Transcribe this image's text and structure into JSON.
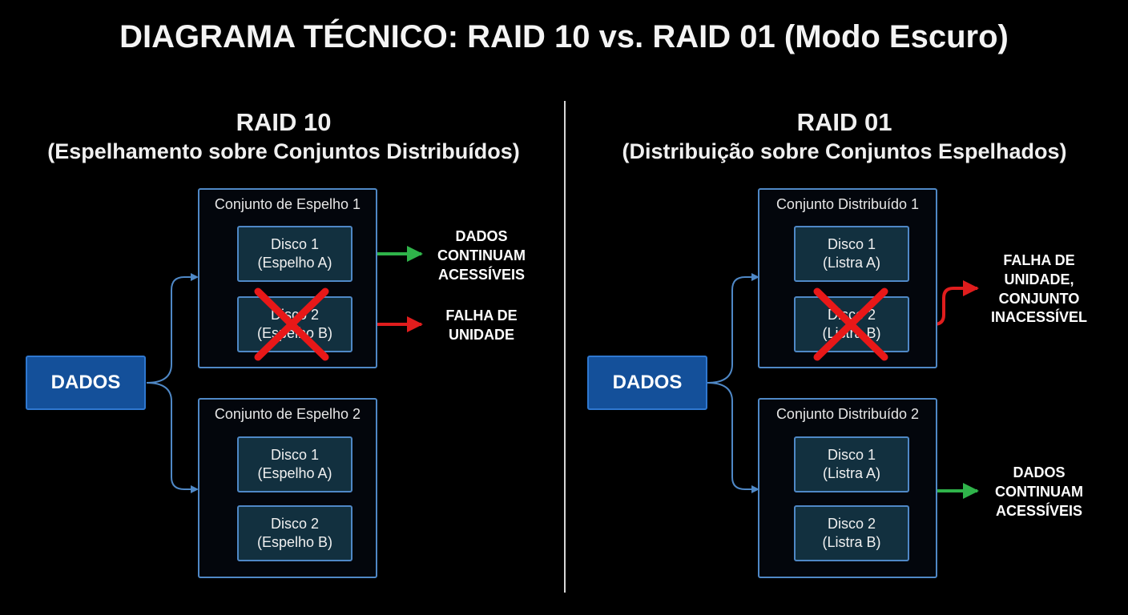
{
  "title": "DIAGRAMA TÉCNICO: RAID 10 vs. RAID 01 (Modo Escuro)",
  "colors": {
    "background": "#000000",
    "data_block": "#14509a",
    "box_border": "#4f88c6",
    "disk_fill": "#12303f",
    "ok_arrow": "#2fb34a",
    "fail_arrow": "#e01d1d",
    "fail_cross": "#e81818"
  },
  "raid10": {
    "title": "RAID 10",
    "subtitle": "(Espelhamento sobre Conjuntos Distribuídos)",
    "data_label": "DADOS",
    "sets": [
      {
        "label": "Conjunto de Espelho 1",
        "disks": [
          {
            "name": "Disco 1",
            "role": "(Espelho A)",
            "state": "ok"
          },
          {
            "name": "Disco 2",
            "role": "(Espelho B)",
            "state": "failed"
          }
        ]
      },
      {
        "label": "Conjunto de Espelho 2",
        "disks": [
          {
            "name": "Disco 1",
            "role": "(Espelho A)",
            "state": "ok"
          },
          {
            "name": "Disco 2",
            "role": "(Espelho B)",
            "state": "ok"
          }
        ]
      }
    ],
    "status_ok": [
      "DADOS",
      "CONTINUAM",
      "ACESSÍVEIS"
    ],
    "status_fail": [
      "FALHA DE",
      "UNIDADE"
    ]
  },
  "raid01": {
    "title": "RAID 01",
    "subtitle": "(Distribuição sobre Conjuntos Espelhados)",
    "data_label": "DADOS",
    "sets": [
      {
        "label": "Conjunto Distribuído 1",
        "disks": [
          {
            "name": "Disco 1",
            "role": "(Listra A)",
            "state": "ok"
          },
          {
            "name": "Disco 2",
            "role": "(Listra B)",
            "state": "failed"
          }
        ]
      },
      {
        "label": "Conjunto Distribuído 2",
        "disks": [
          {
            "name": "Disco 1",
            "role": "(Listra A)",
            "state": "ok"
          },
          {
            "name": "Disco 2",
            "role": "(Listra B)",
            "state": "ok"
          }
        ]
      }
    ],
    "status_fail": [
      "FALHA DE",
      "UNIDADE,",
      "CONJUNTO",
      "INACESSÍVEL"
    ],
    "status_ok": [
      "DADOS",
      "CONTINUAM",
      "ACESSÍVEIS"
    ]
  }
}
